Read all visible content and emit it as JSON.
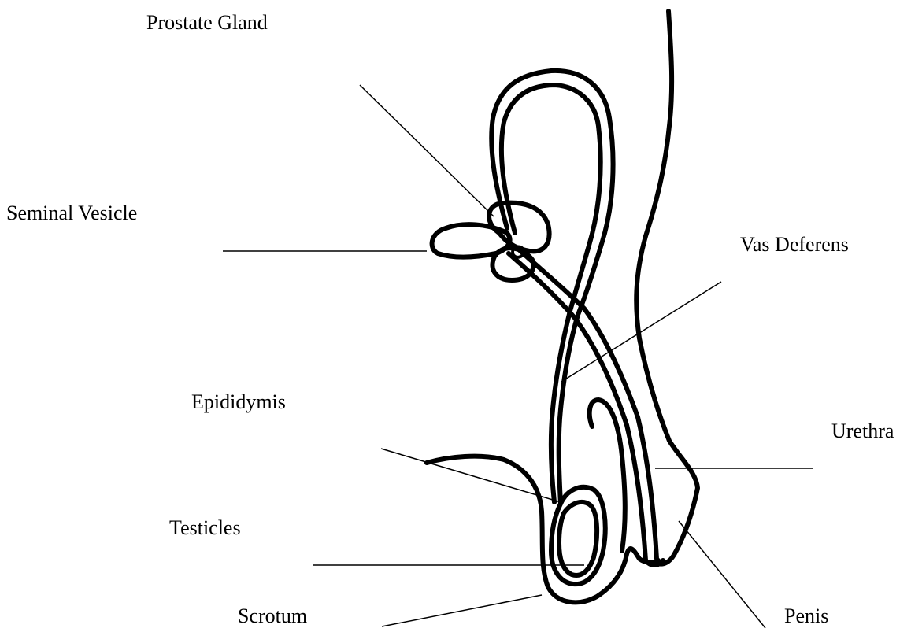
{
  "labels": {
    "prostate_gland": "Prostate Gland",
    "seminal_vesicle": "Seminal Vesicle",
    "vas_deferens": "Vas Deferens",
    "epididymis": "Epididymis",
    "urethra": "Urethra",
    "testicles": "Testicles",
    "scrotum": "Scrotum",
    "penis": "Penis"
  },
  "colors": {
    "stroke": "#000000",
    "background": "#ffffff"
  }
}
